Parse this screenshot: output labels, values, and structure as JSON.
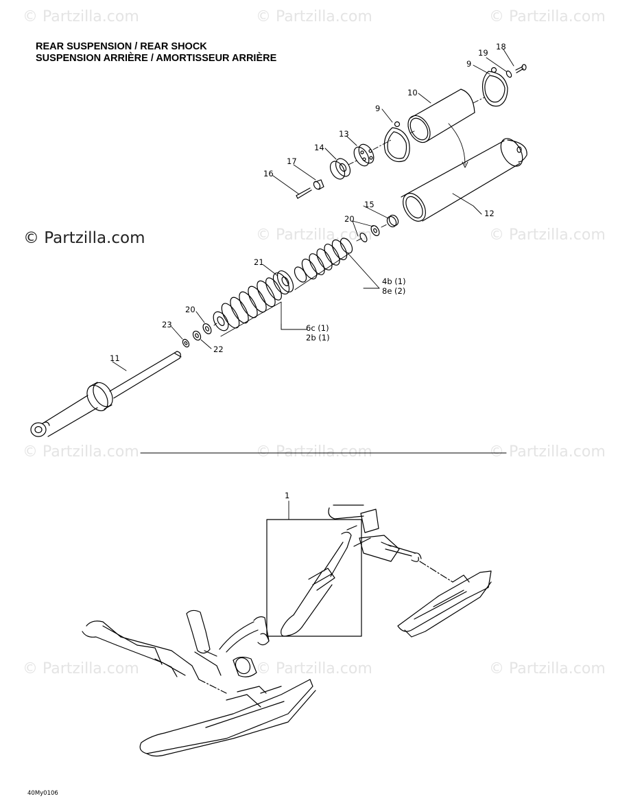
{
  "title_line1": "REAR SUSPENSION / REAR SHOCK",
  "title_line2": "SUSPENSION ARRIÈRE / AMORTISSEUR ARRIÈRE",
  "watermark": "© Partzilla.com",
  "figure_code": "40My0106",
  "callouts": {
    "c1": "1",
    "c9a": "9",
    "c9b": "9",
    "c10": "10",
    "c11": "11",
    "c12": "12",
    "c13": "13",
    "c14": "14",
    "c15": "15",
    "c16": "16",
    "c17": "17",
    "c18": "18",
    "c19": "19",
    "c20a": "20",
    "c20b": "20",
    "c21": "21",
    "c22": "22",
    "c23": "23",
    "c4b": "4b (1)",
    "c8e": "8e (2)",
    "c6c": "6c (1)",
    "c2b": "2b (1)"
  },
  "colors": {
    "watermark": "#e4e4e4",
    "line": "#000000"
  }
}
